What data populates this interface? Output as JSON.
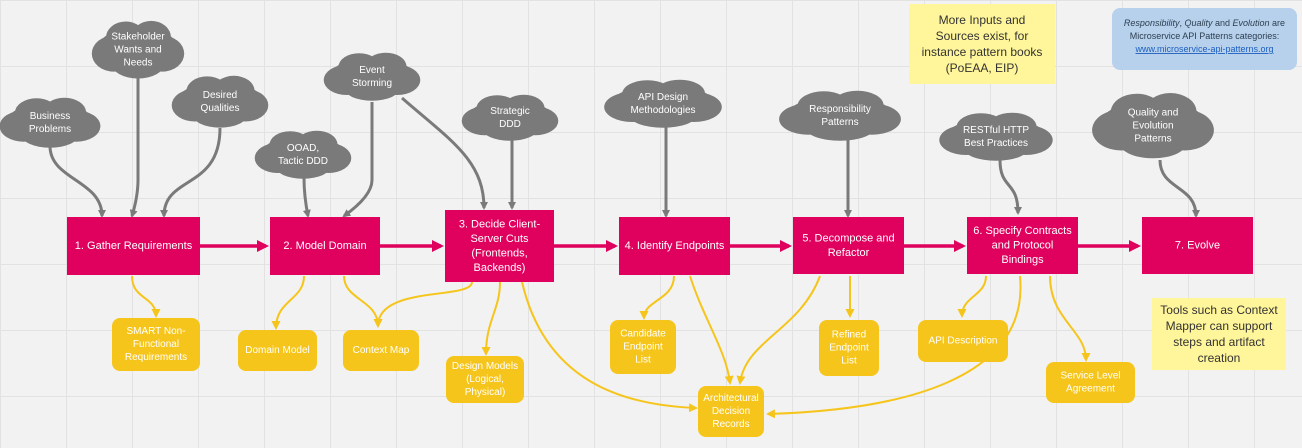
{
  "steps": [
    {
      "id": "s1",
      "lines": [
        "1. Gather Requirements"
      ]
    },
    {
      "id": "s2",
      "lines": [
        "2. Model Domain"
      ]
    },
    {
      "id": "s3",
      "lines": [
        "3. Decide Client-",
        "Server Cuts",
        "(Frontends,",
        "Backends)"
      ]
    },
    {
      "id": "s4",
      "lines": [
        "4. Identify Endpoints"
      ]
    },
    {
      "id": "s5",
      "lines": [
        "5. Decompose and",
        "Refactor"
      ]
    },
    {
      "id": "s6",
      "lines": [
        "6. Specify Contracts",
        "and Protocol",
        "Bindings"
      ]
    },
    {
      "id": "s7",
      "lines": [
        "7. Evolve"
      ]
    }
  ],
  "inputs": [
    {
      "id": "i1",
      "lines": [
        "Business",
        "Problems"
      ]
    },
    {
      "id": "i2",
      "lines": [
        "Stakeholder",
        "Wants and",
        "Needs"
      ]
    },
    {
      "id": "i3",
      "lines": [
        "Desired",
        "Qualities"
      ]
    },
    {
      "id": "i4",
      "lines": [
        "OOAD,",
        "Tactic DDD"
      ]
    },
    {
      "id": "i5",
      "lines": [
        "Event",
        "Storming"
      ]
    },
    {
      "id": "i6",
      "lines": [
        "Strategic",
        "DDD"
      ]
    },
    {
      "id": "i7",
      "lines": [
        "API Design",
        "Methodologies"
      ]
    },
    {
      "id": "i8",
      "lines": [
        "Responsibility",
        "Patterns"
      ]
    },
    {
      "id": "i9",
      "lines": [
        "RESTful HTTP",
        "Best Practices"
      ]
    },
    {
      "id": "i10",
      "lines": [
        "Quality and",
        "Evolution",
        "Patterns"
      ]
    }
  ],
  "artifacts": [
    {
      "id": "a1",
      "lines": [
        "SMART Non-",
        "Functional",
        "Requirements"
      ]
    },
    {
      "id": "a2",
      "lines": [
        "Domain Model"
      ]
    },
    {
      "id": "a3",
      "lines": [
        "Context Map"
      ]
    },
    {
      "id": "a4",
      "lines": [
        "Design Models",
        "(Logical,",
        "Physical)"
      ]
    },
    {
      "id": "a5",
      "lines": [
        "Candidate",
        "Endpoint",
        "List"
      ]
    },
    {
      "id": "a6",
      "lines": [
        "Architectural",
        "Decision",
        "Records"
      ]
    },
    {
      "id": "a7",
      "lines": [
        "Refined",
        "Endpoint",
        "List"
      ]
    },
    {
      "id": "a8",
      "lines": [
        "API Description"
      ]
    },
    {
      "id": "a9",
      "lines": [
        "Service Level",
        "Agreement"
      ]
    }
  ],
  "notes": [
    {
      "id": "n1",
      "lines": [
        "More Inputs and",
        "Sources exist, for",
        "instance pattern books",
        "(PoEAA, EIP)"
      ]
    },
    {
      "id": "n2",
      "lines": [
        "Tools such as Context",
        "Mapper can support",
        "steps and artifact",
        "creation"
      ]
    }
  ],
  "info_note": {
    "line1_parts": [
      "Responsibility",
      ", ",
      "Quality",
      " and ",
      "Evolution",
      " are"
    ],
    "line2": "Microservice API Patterns categories:",
    "link": "www.microservice-api-patterns.org"
  },
  "colors": {
    "step": "#e0005d",
    "artifact": "#f6c51b",
    "input_cloud": "#7a7a7a",
    "note": "#fff59a",
    "info_note": "#b7d1ec",
    "link": "#1d5fbf"
  }
}
